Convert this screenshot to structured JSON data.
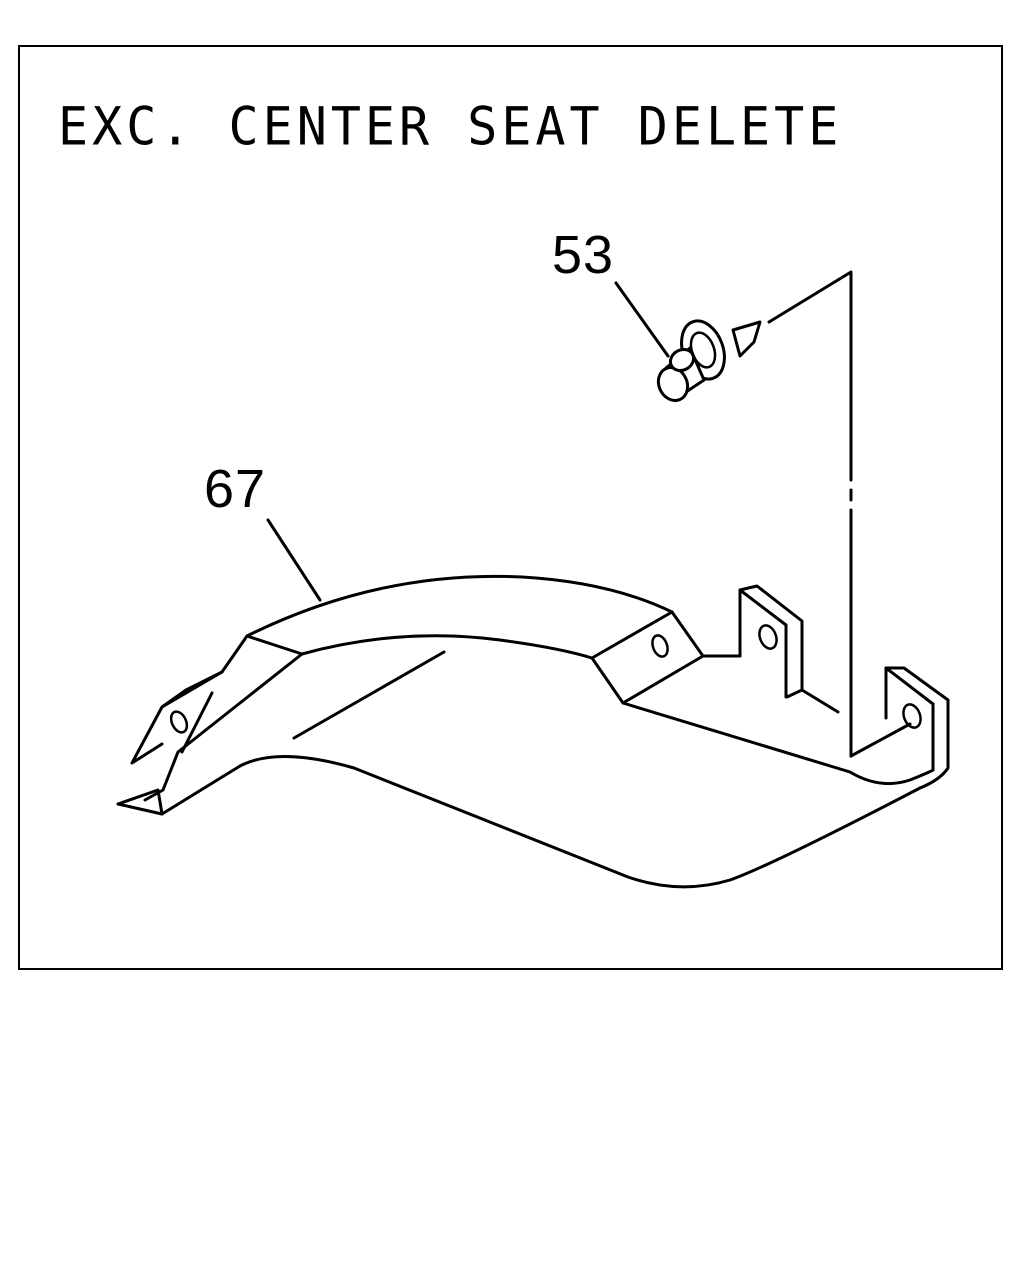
{
  "diagram": {
    "heading": "EXC. CENTER SEAT DELETE",
    "callouts": [
      {
        "id": "53",
        "label": "53",
        "part": "clip-fastener"
      },
      {
        "id": "67",
        "label": "67",
        "part": "seat-bracket-cover"
      }
    ],
    "colors": {
      "line": "#000000",
      "background": "#ffffff"
    }
  }
}
